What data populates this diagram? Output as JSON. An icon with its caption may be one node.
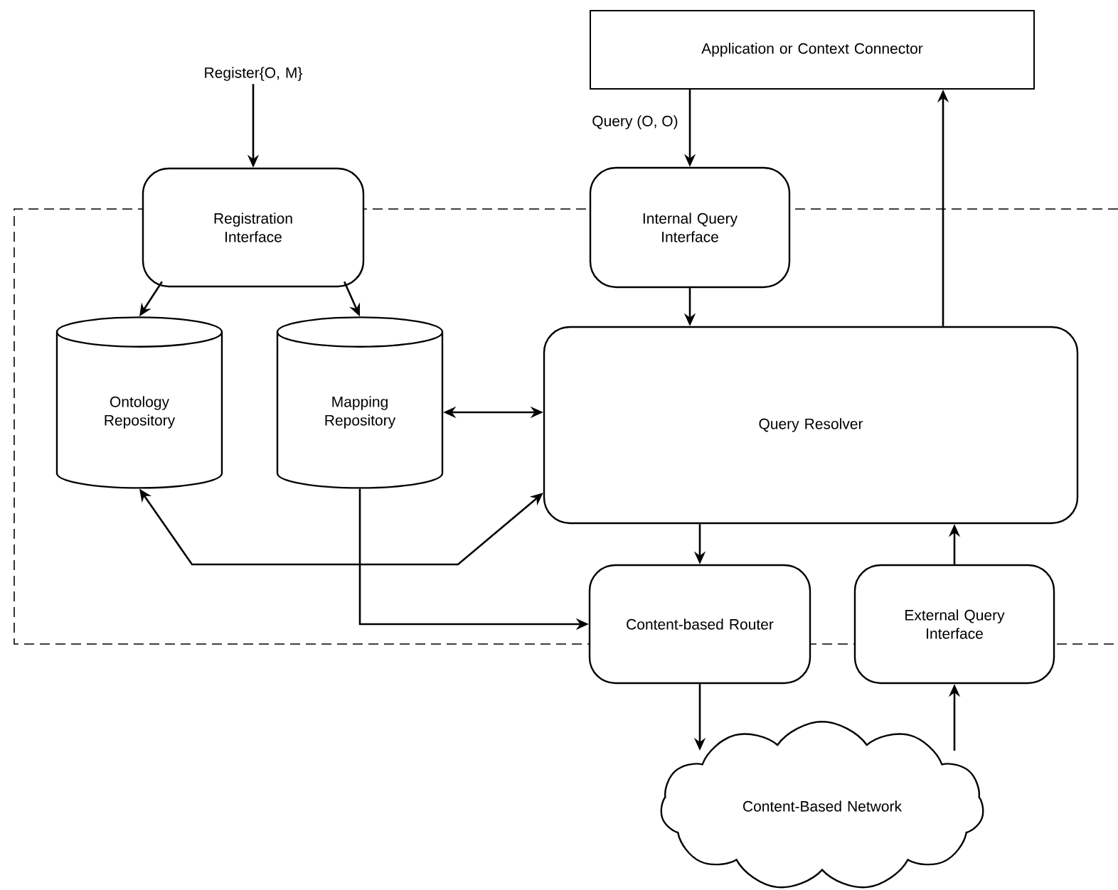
{
  "diagram": {
    "nodes": [
      {
        "text": [
          "Register{O, M}"
        ]
      },
      {
        "text": [
          "Application or Context Connector"
        ]
      },
      {
        "text": [
          "Registration Interface"
        ]
      },
      {
        "text": [
          "Internal Query Interface"
        ]
      },
      {
        "text": [
          "Ontology Repository"
        ]
      },
      {
        "text": [
          "Mapping Repository"
        ]
      },
      {
        "text": [
          "Query Resolver"
        ]
      },
      {
        "text": [
          "Content-based Router"
        ]
      },
      {
        "text": [
          "External Query Interface"
        ]
      },
      {
        "text": [
          "Content-Based Network"
        ]
      }
    ],
    "edges": [
      {
        "from": 0,
        "to": 2,
        "arrow": "to"
      },
      {
        "from": 1,
        "to": 3,
        "arrow": "to",
        "label": "Query (O, O)"
      },
      {
        "from": 2,
        "to": 4,
        "arrow": "to"
      },
      {
        "from": 2,
        "to": 5,
        "arrow": "to"
      },
      {
        "from": 3,
        "to": 6,
        "arrow": "to"
      },
      {
        "from": 5,
        "to": 6,
        "arrow": "both"
      },
      {
        "from": 4,
        "to": 6,
        "arrow": "both"
      },
      {
        "from": 5,
        "to": 7,
        "arrow": "to"
      },
      {
        "from": 6,
        "to": 7,
        "arrow": "to"
      },
      {
        "from": 7,
        "to": 9,
        "arrow": "to"
      },
      {
        "from": 9,
        "to": 8,
        "arrow": "to"
      },
      {
        "from": 8,
        "to": 6,
        "arrow": "to"
      },
      {
        "from": 6,
        "to": 1,
        "arrow": "to"
      }
    ]
  }
}
